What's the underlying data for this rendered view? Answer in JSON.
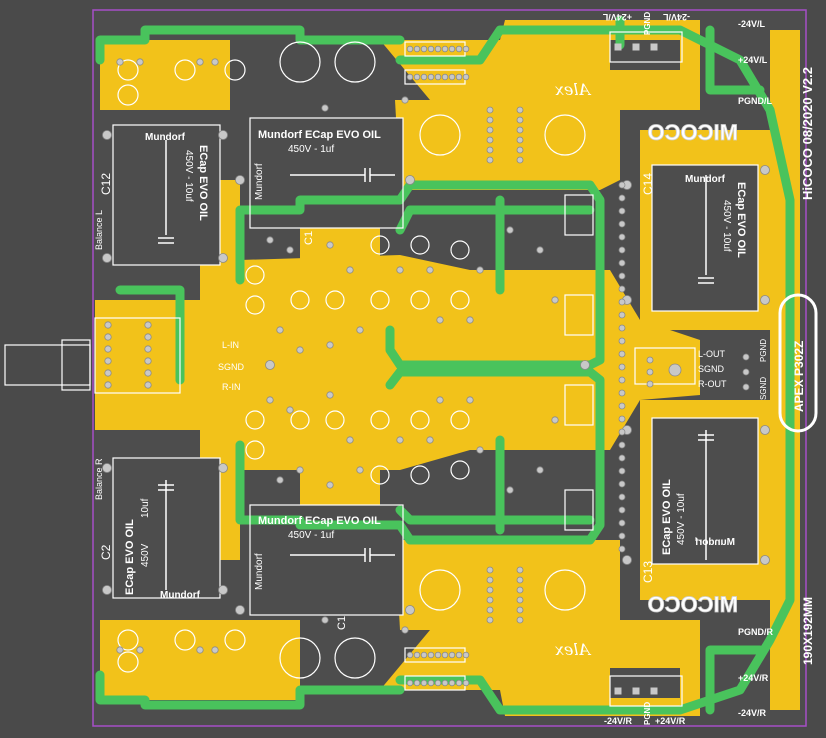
{
  "board": {
    "title": "HiCOCO 08/2020 V2.2",
    "dimensions": "190X192MM",
    "chip": "APEX P302Z",
    "brand_mirrored": "MICOCO",
    "signature": "Alex"
  },
  "capacitors": {
    "top_center": {
      "brand": "Mundorf ECap EVO OIL",
      "spec": "450V - 1uf"
    },
    "bottom_center": {
      "brand": "Mundorf ECap EVO OIL",
      "spec": "450V - 1uf"
    },
    "left_top": {
      "id": "C12",
      "brand": "Mundorf",
      "line": "ECap EVO OIL",
      "spec": "450V - 10uf"
    },
    "left_bottom": {
      "id": "C2",
      "brand": "Mundorf",
      "line": "ECap EVO OIL",
      "spec": "450V",
      "val": "10uf"
    },
    "right_top": {
      "id": "C14",
      "brand": "Mundorf",
      "line": "ECap EVO OIL",
      "spec": "450V - 10uf"
    },
    "right_bottom": {
      "id": "C13",
      "brand": "Mundorf",
      "line": "ECap EVO OIL",
      "spec": "450V - 10uf"
    },
    "c1_top": "C1",
    "c1_bottom": "C1"
  },
  "connectors": {
    "top_right": [
      "-24V/L",
      "+24V/L",
      "PGND/L"
    ],
    "top_header": [
      "-24V/L",
      "+24V/L",
      "PGND"
    ],
    "bottom_right": [
      "PGND/R",
      "+24V/R",
      "-24V/R"
    ],
    "bottom_header": [
      "-24V/R",
      "+24V/R",
      "PGND"
    ],
    "left_input": [
      "L-IN",
      "SGND",
      "R-IN"
    ],
    "right_output": [
      "L-OUT",
      "SGND",
      "R-OUT"
    ],
    "right_gnd": [
      "PGND",
      "SGND"
    ]
  },
  "labels": {
    "balance_l": "Balance L",
    "balance_r": "Balance R"
  },
  "colors": {
    "board_bg": "#4a4a4a",
    "copper": "#f2c21a",
    "trace_green": "#49c35c",
    "outline": "#a64ec8",
    "silk": "#ffffff",
    "pad": "#c8c8c8"
  }
}
